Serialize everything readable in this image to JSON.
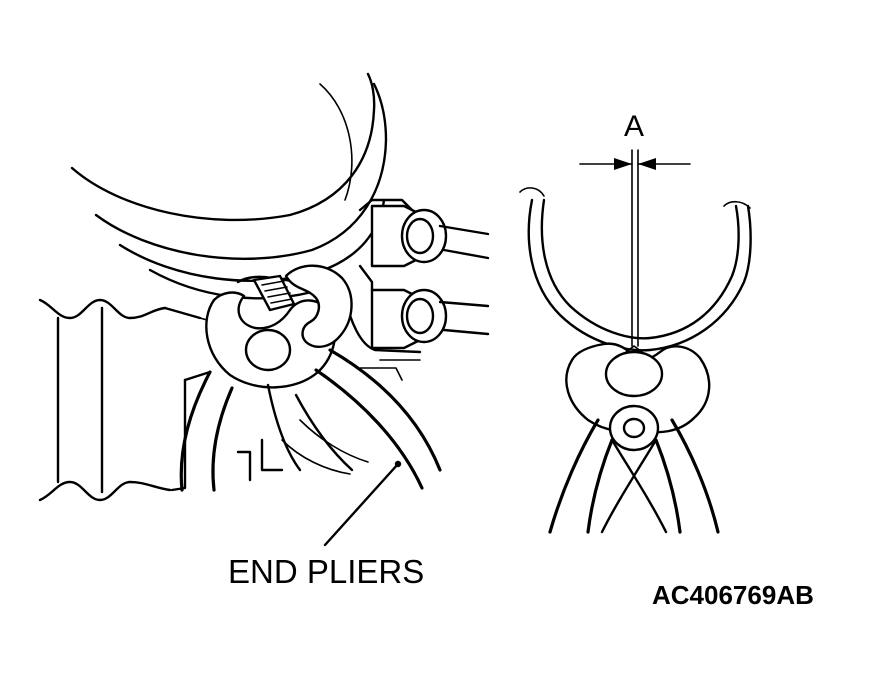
{
  "labels": {
    "tool_name": "END PLIERS",
    "dimension": "A",
    "figure_code": "AC406769AB"
  },
  "colors": {
    "line": "#000000",
    "background": "#ffffff"
  }
}
